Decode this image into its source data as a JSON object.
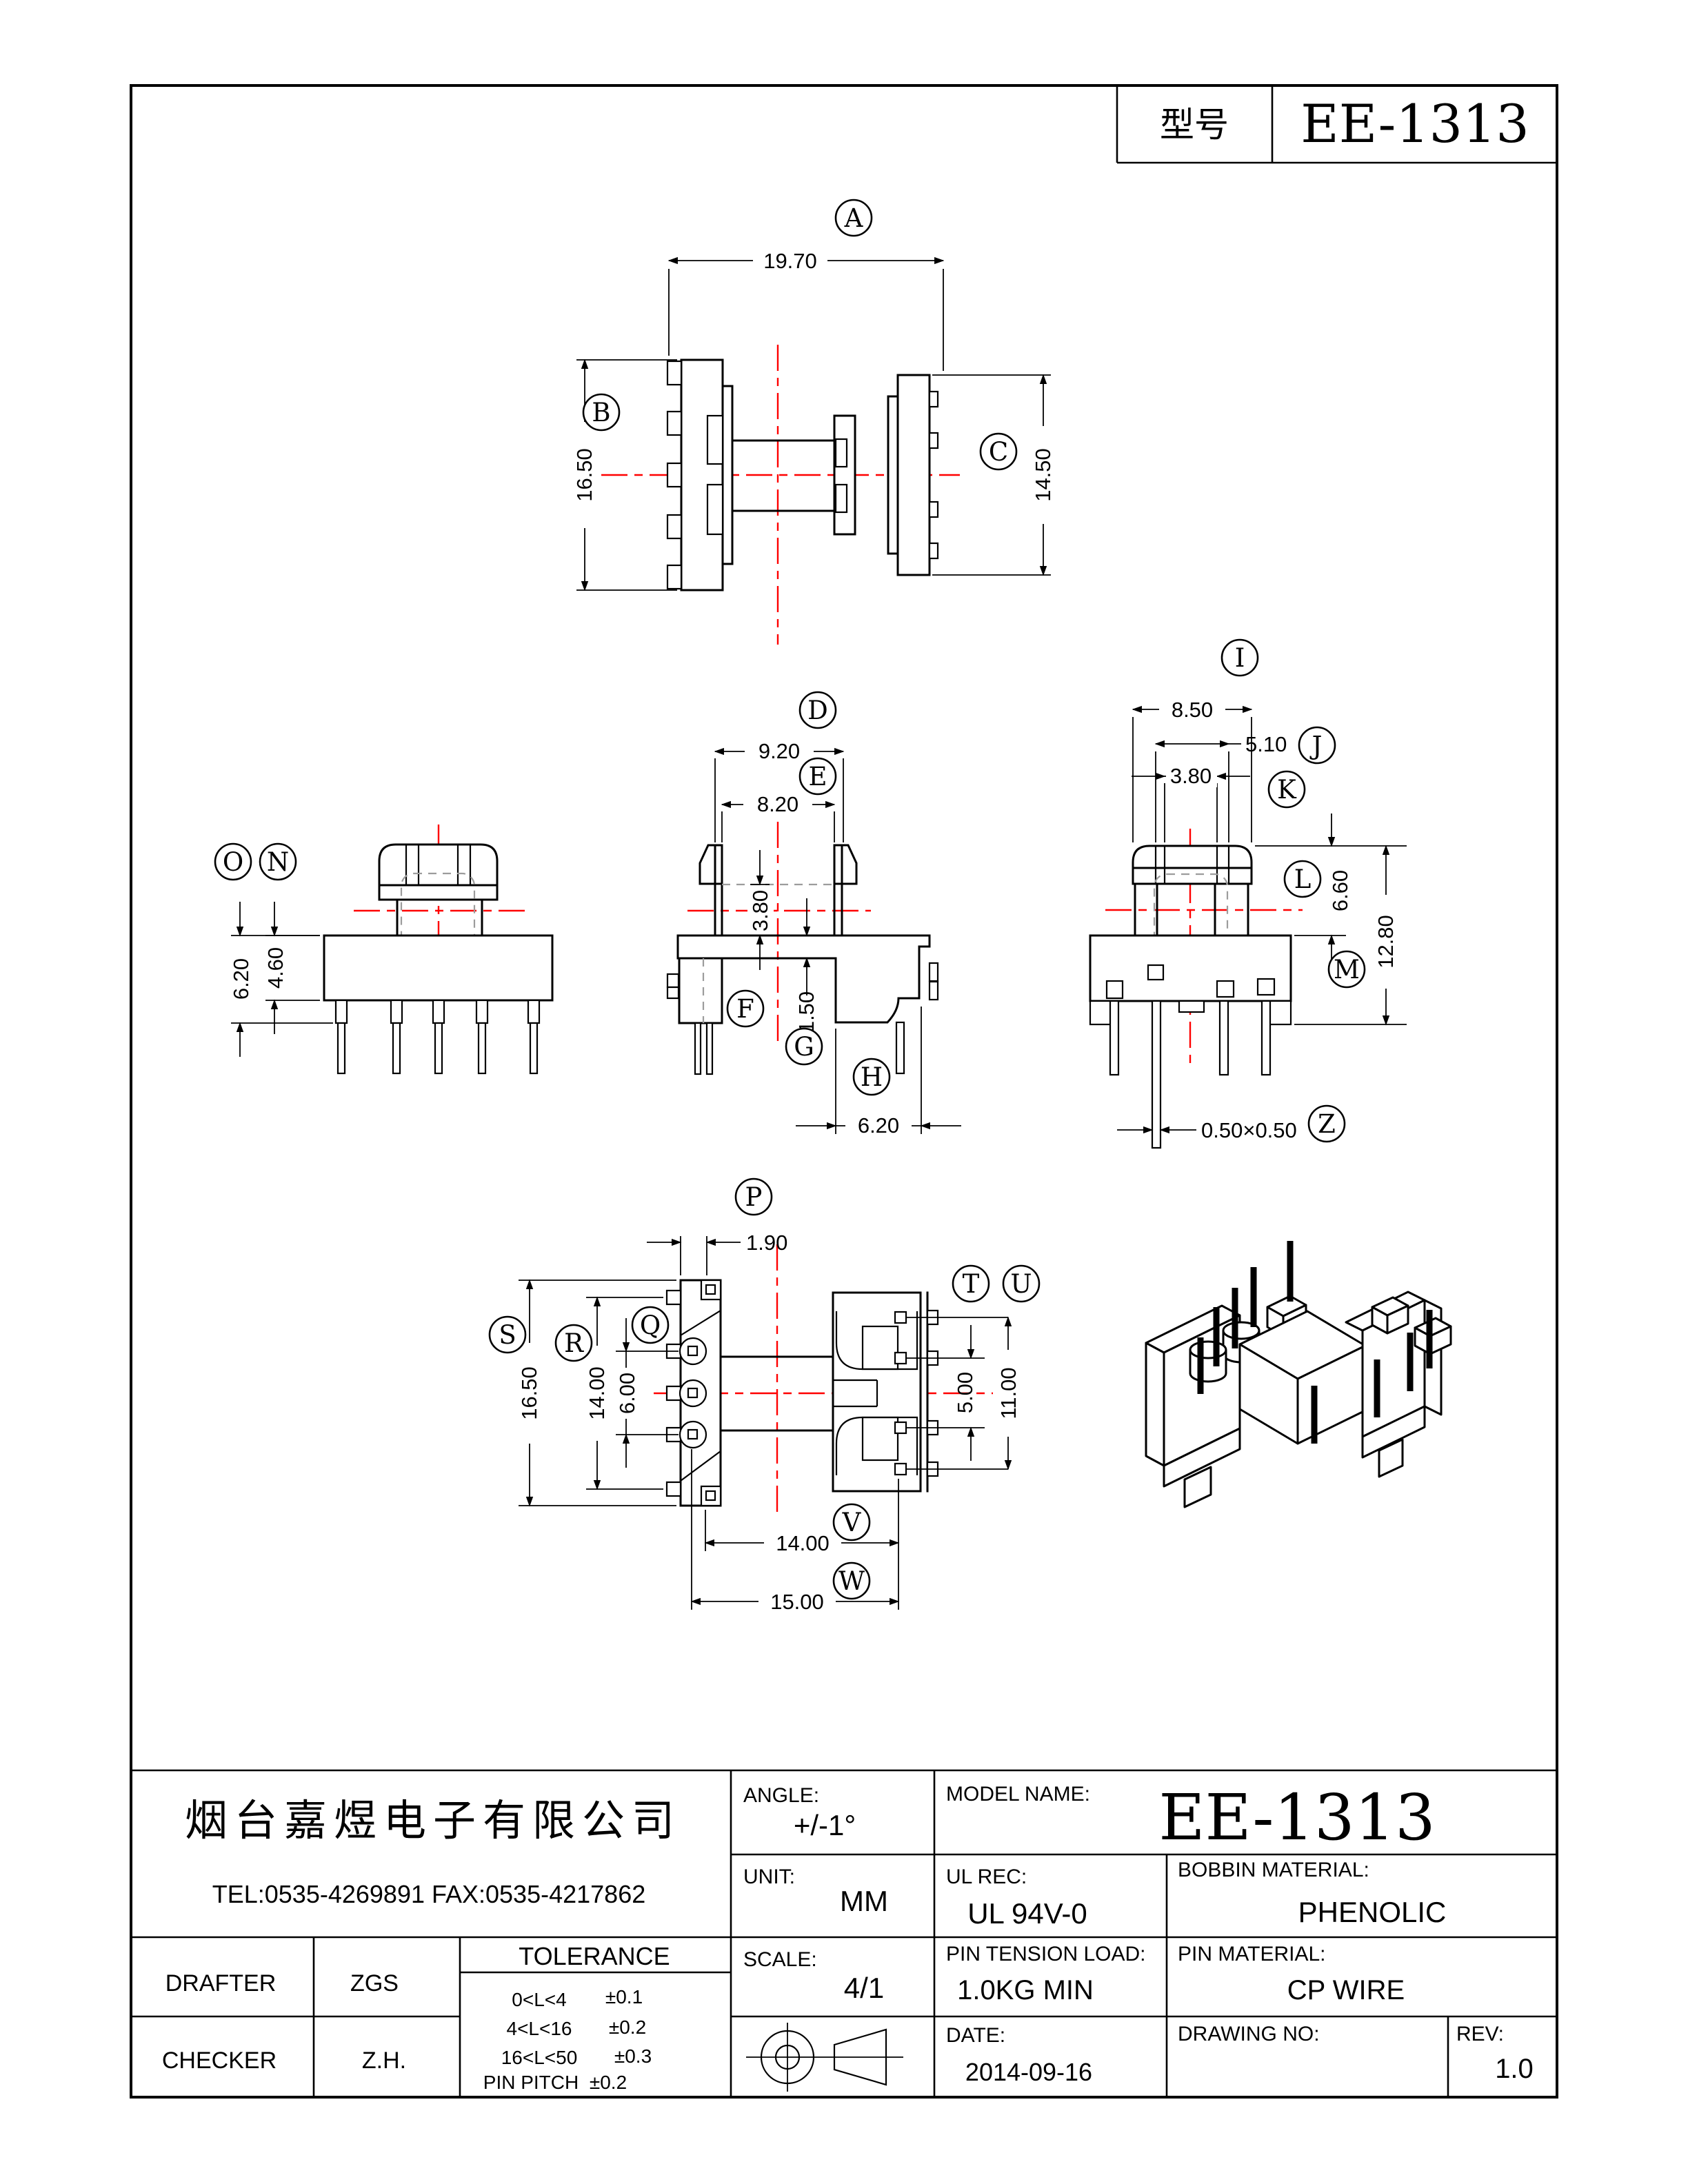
{
  "sheet": {
    "model_label": "型号",
    "model_value": "EE-1313"
  },
  "colors": {
    "line": "#000000",
    "centerline": "#ff0000",
    "hidden": "#9c9c9c"
  },
  "views": {
    "top": {
      "balloons": {
        "a": "A",
        "b": "B",
        "c": "C"
      },
      "dims": {
        "overall_width": "19.70",
        "left_flange_height": "16.50",
        "right_flange_height": "14.50"
      }
    },
    "front": {
      "balloons": {
        "d": "D",
        "e": "E",
        "f": "F",
        "g": "G",
        "h": "H"
      },
      "dims": {
        "flange_width": "9.20",
        "window_width": "8.20",
        "core_width": "3.80",
        "base_thickness": "1.50",
        "foot_span": "6.20"
      }
    },
    "side": {
      "balloons": {
        "i": "I",
        "j": "J",
        "k": "K",
        "l": "L",
        "m": "M",
        "z": "Z"
      },
      "dims": {
        "flange_depth": "8.50",
        "slot_span": "5.10",
        "slot_width": "3.80",
        "upper_height": "6.60",
        "total_height": "12.80",
        "pin_size": "0.50×0.50"
      }
    },
    "left": {
      "balloons": {
        "o": "O",
        "n": "N"
      },
      "dims": {
        "pin_depth": "6.20",
        "base_height": "4.60"
      }
    },
    "bottom": {
      "balloons": {
        "p": "P",
        "q": "Q",
        "r": "R",
        "s": "S",
        "t": "T",
        "u": "U",
        "v": "V",
        "w": "W"
      },
      "dims": {
        "pad_width": "1.90",
        "pin_pitch": "6.00",
        "pin_row_span": "14.00",
        "flange_height": "16.50",
        "tab_pitch": "5.00",
        "tab_span": "11.00",
        "pin_span": "14.00",
        "overall_span": "15.00"
      }
    }
  },
  "title_block": {
    "company": "烟台嘉煜电子有限公司",
    "contact": "TEL:0535-4269891  FAX:0535-4217862",
    "angle_label": "ANGLE:",
    "angle_value": "+/-1°",
    "unit_label": "UNIT:",
    "unit_value": "MM",
    "scale_label": "SCALE:",
    "scale_value": "4/1",
    "model_name_label": "MODEL NAME:",
    "model_name_value": "EE-1313",
    "ul_rec_label": "UL REC:",
    "ul_rec_value": "UL 94V-0",
    "pin_tension_label": "PIN TENSION LOAD:",
    "pin_tension_value": "1.0KG MIN",
    "date_label": "DATE:",
    "date_value": "2014-09-16",
    "bobbin_material_label": "BOBBIN MATERIAL:",
    "bobbin_material_value": "PHENOLIC",
    "pin_material_label": "PIN MATERIAL:",
    "pin_material_value": "CP WIRE",
    "drawing_no_label": "DRAWING NO:",
    "drawing_no_value": "",
    "rev_label": "REV:",
    "rev_value": "1.0",
    "drafter_label": "DRAFTER",
    "drafter_value": "ZGS",
    "checker_label": "CHECKER",
    "checker_value": "Z.H.",
    "tolerance_title": "TOLERANCE",
    "tolerance_rows": [
      {
        "range": "0<L<4",
        "tol": "±0.1"
      },
      {
        "range": "4<L<16",
        "tol": "±0.2"
      },
      {
        "range": "16<L<50",
        "tol": "±0.3"
      },
      {
        "range": "PIN PITCH",
        "tol": "±0.2"
      }
    ]
  }
}
